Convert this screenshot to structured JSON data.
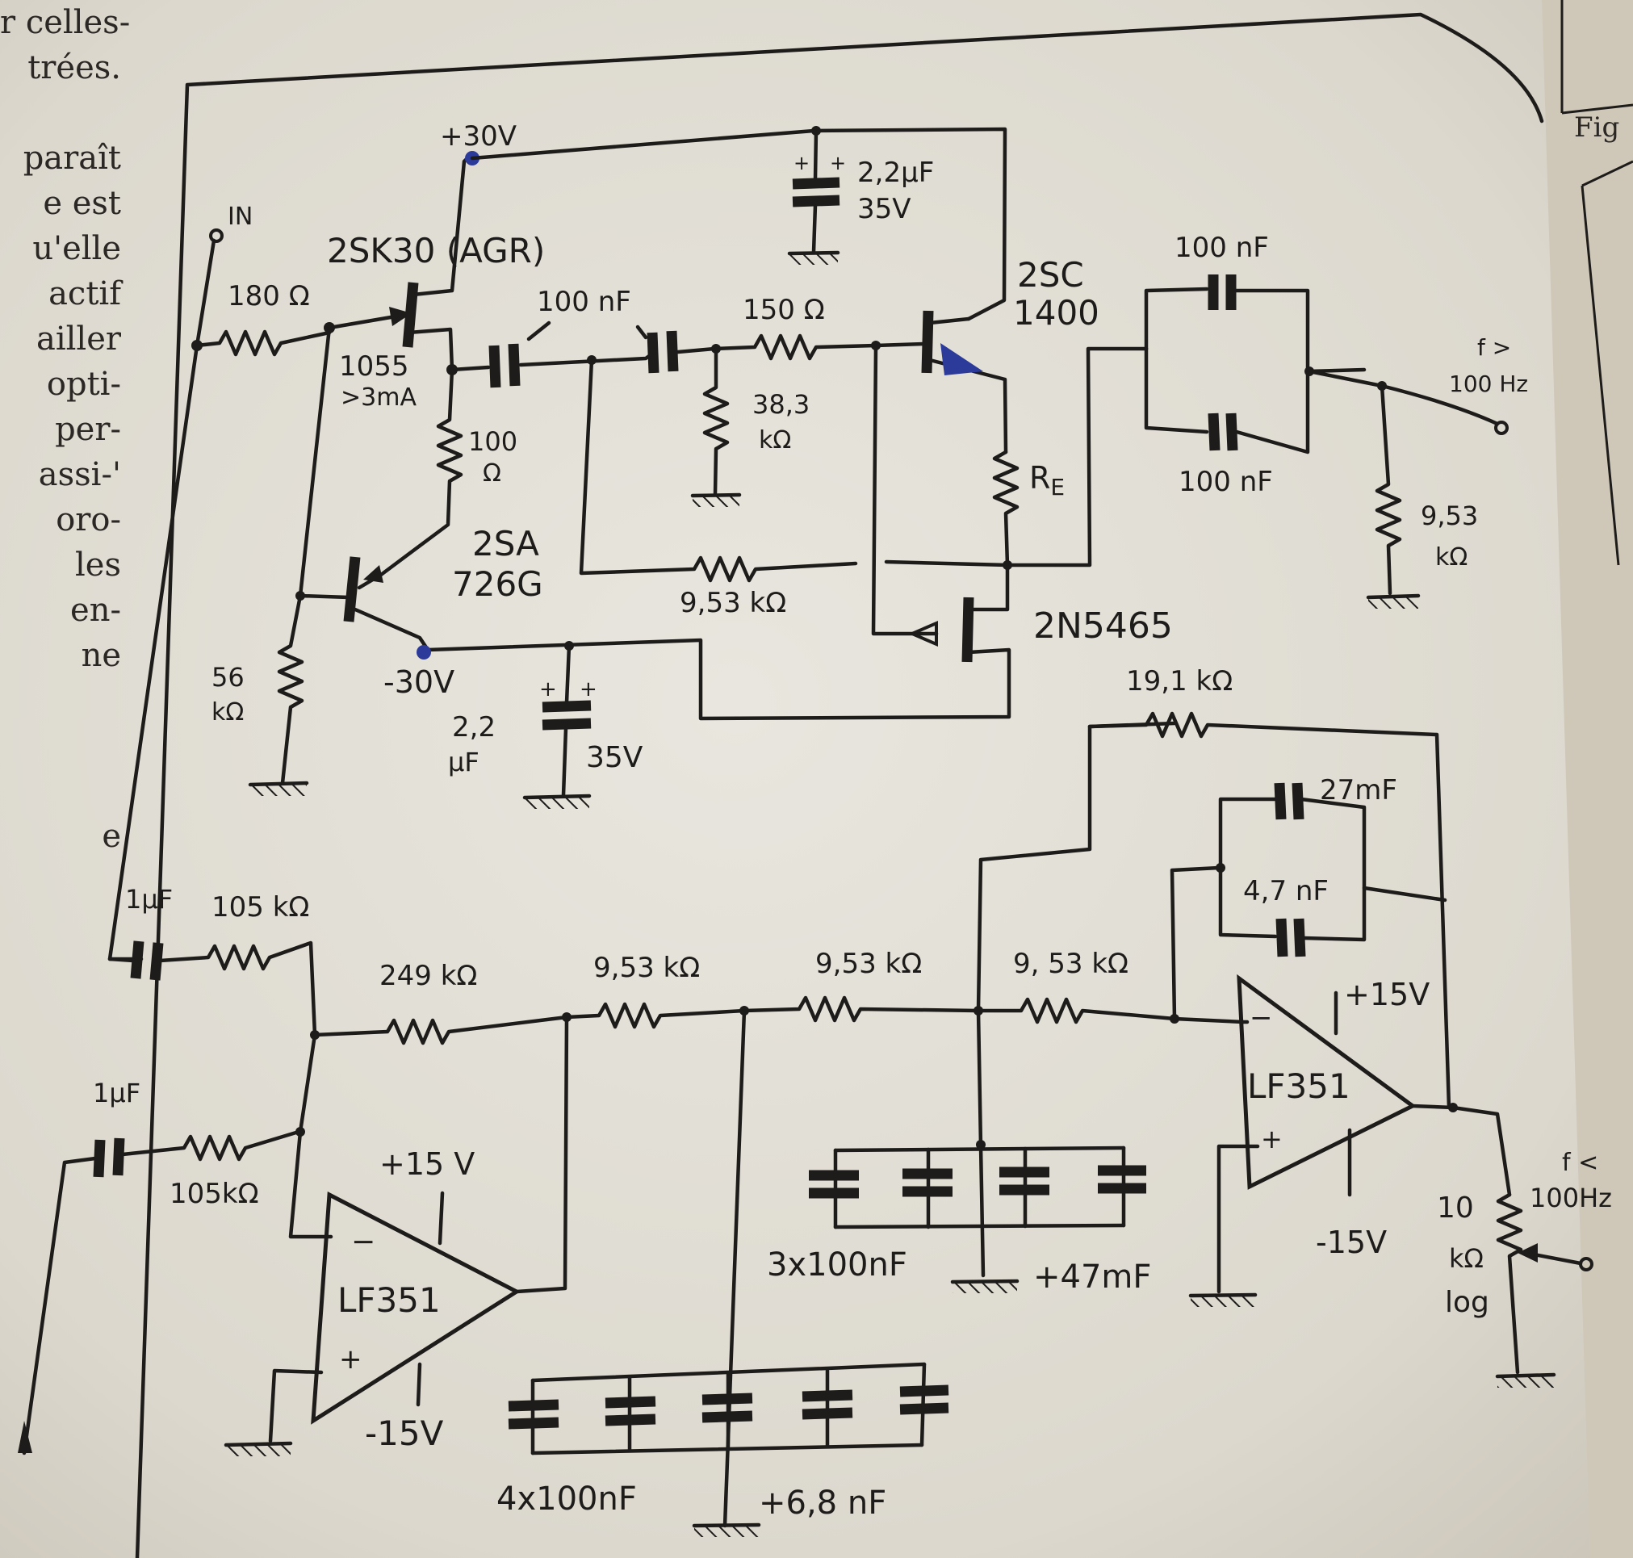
{
  "margin_text": {
    "left_lines": [
      "r celles-",
      "trées.",
      "",
      "paraît",
      "e   est",
      "u'elle",
      "actif",
      "ailler",
      "opti-",
      "per-",
      "assi-'",
      "oro-",
      "les",
      "en-",
      "ne",
      "",
      "",
      "",
      "e"
    ],
    "right_fragment": "Fig"
  },
  "schematic": {
    "input_label": "IN",
    "supply_plus30": "+30V",
    "supply_minus30": "-30V",
    "q1": "2SK30 (AGR)",
    "q1_note_line1": "1055",
    "q1_note_line2": ">3mA",
    "r_in": "180 Ω",
    "r_source_value": "100",
    "r_source_unit": "Ω",
    "q2_line1": "2SA",
    "q2_line2": "726G",
    "r_bias_value": "56",
    "r_bias_unit": "kΩ",
    "c_neg_value_line1": "2,2",
    "c_neg_value_line2": "µF",
    "c_neg_voltage": "35V",
    "c_pos_value": "2,2µF",
    "c_pos_voltage": "35V",
    "c1": "100 nF",
    "c2": "100 nF",
    "r_150": "150 Ω",
    "r_38_value": "38,3",
    "r_38_unit": "kΩ",
    "r_fb": "9,53 kΩ",
    "q3_line1": "2SC",
    "q3_line2": "1400",
    "re": "R",
    "re_sub": "E",
    "q4": "2N5465",
    "c_hp_top": "100 nF",
    "c_hp_bottom": "100 nF",
    "r_hp_value": "9,53",
    "r_hp_unit": "kΩ",
    "out_high_line1": "f >",
    "out_high_line2": "100 Hz",
    "c_in1": "1µF",
    "r_in1": "105 kΩ",
    "c_in2": "1µF",
    "r_in2": "105kΩ",
    "r_249": "249 kΩ",
    "r_953_a": "9,53 kΩ",
    "r_953_b": "9,53 kΩ",
    "r_953_c": "9, 53 kΩ",
    "r_191": "19,1 kΩ",
    "c_27": "27mF",
    "c_47n": "4,7 nF",
    "opamp": "LF351",
    "opamp2": "LF351",
    "op1_plus": "+15 V",
    "op1_minus": "-15V",
    "op2_plus": "+15V",
    "op2_minus": "-15V",
    "cap_bank1_line1": "4x100nF",
    "cap_bank1_line2": "+6,8 nF",
    "cap_bank2_line1": "3x100nF",
    "cap_bank2_line2": "+47mF",
    "pot_value": "10",
    "pot_unit": "kΩ",
    "pot_taper": "log",
    "out_low_line1": "f <",
    "out_low_line2": "100Hz",
    "minus_sign": "−",
    "plus_sign": "+"
  },
  "colors": {
    "paper": "#e3e1d8",
    "ink": "#1e1c1a",
    "highlight": "#2c3a9a"
  }
}
